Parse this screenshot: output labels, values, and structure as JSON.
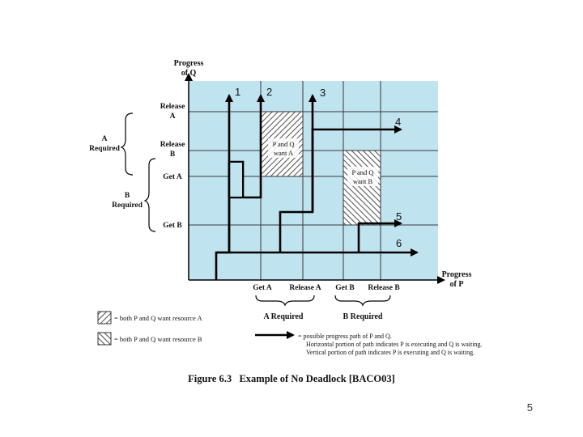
{
  "axes": {
    "y_title_line1": "Progress",
    "y_title_line2": "of Q",
    "x_title_line1": "Progress",
    "x_title_line2": "of P"
  },
  "y_labels": {
    "release_a_1": "Release",
    "release_a_2": "A",
    "release_b_1": "Release",
    "release_b_2": "B",
    "get_a": "Get A",
    "get_b": "Get B"
  },
  "x_labels": {
    "get_a": "Get A",
    "release_a": "Release A",
    "get_b": "Get B",
    "release_b": "Release B"
  },
  "brackets": {
    "q_a_1": "A",
    "q_a_2": "Required",
    "q_b_1": "B",
    "q_b_2": "Required",
    "p_a": "A Required",
    "p_b": "B Required"
  },
  "regions": {
    "a_line1": "P and Q",
    "a_line2": "want A",
    "b_line1": "P and Q",
    "b_line2": "want B"
  },
  "paths": [
    "1",
    "2",
    "3",
    "4",
    "5",
    "6"
  ],
  "legend": {
    "hatch_a": "= both P and Q want resource A",
    "hatch_b": "= both P and Q want resource B",
    "arrow_line1": "= possible progress path of P and Q.",
    "arrow_line2": "Horizontal portion of path indicates P is executing and Q is waiting.",
    "arrow_line3": "Vertical portion of path indicates P is executing and Q is waiting."
  },
  "caption": "Figure 6.3   Example of No Deadlock [BACO03]",
  "page_number": "5",
  "colors": {
    "plot_background": "#bfe3ef",
    "grid": "#3a3a3a",
    "path": "#000000"
  }
}
